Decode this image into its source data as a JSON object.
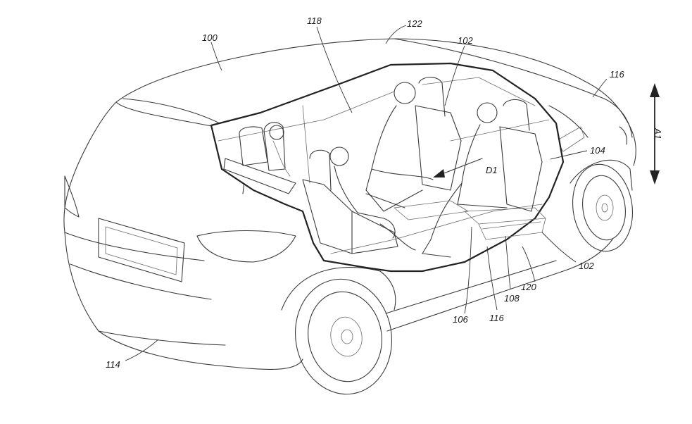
{
  "labels": {
    "vehicle": "100",
    "seat_front": "102",
    "seat_rear": "102",
    "slider": "104",
    "seat_base": "106",
    "track": "108",
    "rear_bumper": "114",
    "hood": "116",
    "track_rail": "116",
    "cabin": "118",
    "floor": "120",
    "roof": "122",
    "axis": "A1",
    "distance": "D1"
  },
  "colors": {
    "line": "#3a3a3a",
    "background": "#ffffff"
  }
}
